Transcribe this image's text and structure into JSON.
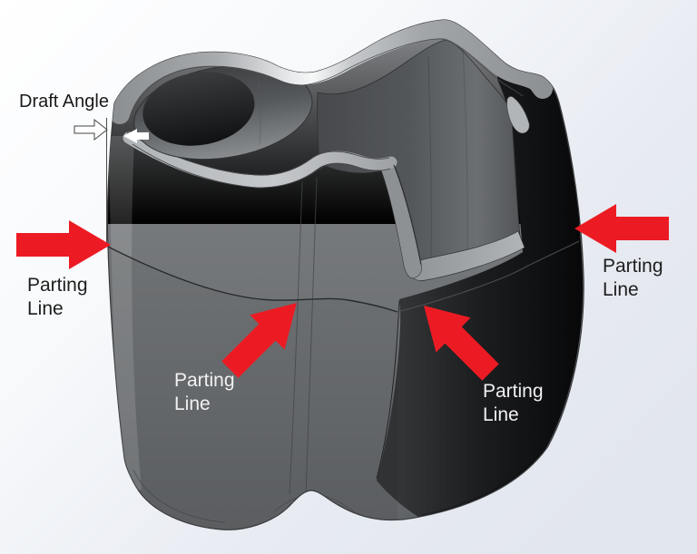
{
  "figure": {
    "type": "annotated-3d-cad-part",
    "draft_angle_label": "Draft Angle",
    "parting_line_labels": [
      {
        "id": "left",
        "line1": "Parting",
        "line2": "Line",
        "arrow_direction": "right"
      },
      {
        "id": "front-center",
        "line1": "Parting",
        "line2": "Line",
        "arrow_direction": "up-right"
      },
      {
        "id": "right-face",
        "line1": "Parting",
        "line2": "Line",
        "arrow_direction": "up-left"
      },
      {
        "id": "far-right",
        "line1": "Parting",
        "line2": "Line",
        "arrow_direction": "left"
      }
    ],
    "colors": {
      "arrow_red": "#ec1b23",
      "label_dark_text": "#1e1e1e",
      "label_light_text": "#f1f1f1",
      "body_gray": "#75787b",
      "dark_face": "#141517",
      "background_tint": "#e4e8f0"
    }
  }
}
